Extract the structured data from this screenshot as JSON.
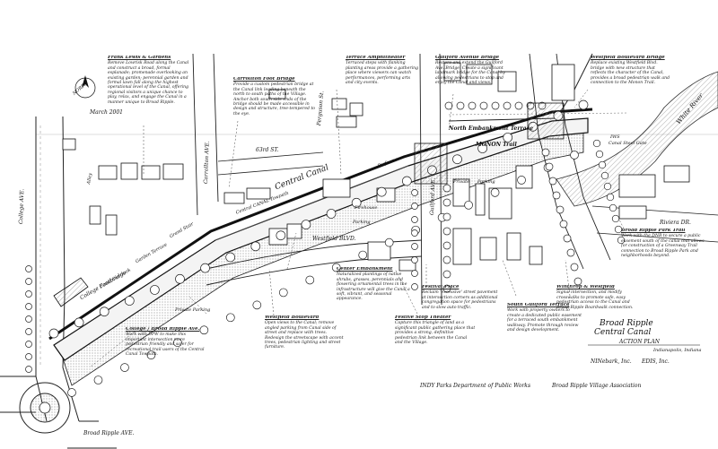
{
  "plan": {
    "title_line1": "Broad Ripple",
    "title_line2": "Central Canal",
    "title_line3": "ACTION PLAN",
    "location": "Indianapolis, Indiana",
    "firm1": "NINebark, Inc.",
    "firm2": "EDIS, Inc.",
    "sponsor1": "INDY Parks",
    "sponsor2": "Department of Public Works",
    "sponsor3": "Broad Ripple Village Association",
    "date": "March 2001",
    "north": "NORTH"
  },
  "streets": {
    "college_ave": "College AVE.",
    "carrollton_ave": "Carrollton AVE.",
    "st63": "63rd ST.",
    "westfield": "Westfield BLVD.",
    "guilford": "Guilford AVE.",
    "ferguson": "Ferguson St.",
    "broad_ripple_ave": "Broad Ripple AVE.",
    "riviera": "Riviera DR.",
    "white_river": "White River",
    "alley": "Alley"
  },
  "places": {
    "central_canal": "Central Canal",
    "central_canal_towpath": "Central CANAL Towpath",
    "north_terrace": "North Embankment Terrace",
    "monon": "MONON Trail",
    "college_footbridge": "College Footbridge",
    "canal_overlook": "Canal Overlook",
    "garden_terrace": "Garden Terrace",
    "grand_stair": "Grand Stair",
    "performance": "Performance",
    "parking1": "Parking",
    "parking2": "Parking",
    "parking3": "Parking",
    "private": "Private",
    "private_parking": "Private Parking",
    "firehouse": "Firehouse",
    "canal_gate": "Canal Steel Gate",
    "ips": "IWS",
    "broad_ripple_park_trail": "Broad Ripple Park Trail"
  },
  "notes": [
    {
      "title": "Frank Lewis & Gardens",
      "body": "Remove Lowrisk Road along the Canal and construct a broad, formal esplanade; promenade overlooking an existing garden; perennial garden and formal lawn fall along the highest operational level of the Canal, offering regional visitors a unique chance to play, relax, and engage the Canal in a manner unique to Broad Ripple."
    },
    {
      "title": "Carrollton Foot Bridge",
      "body": "Provide a custom pedestrian bridge at the Canal link leading beneath the north to south paths of the Village. Anchor both south side ends of the bridge should be made accessible in design and structure, tree-tempered to the eye."
    },
    {
      "title": "Terrace Amphitheater",
      "body": "Terraced steps with flanking planting areas provide a gathering place where viewers can watch performances, performing arts and city events."
    },
    {
      "title": "Guilford Avenue Bridge",
      "body": "Restore and extend the Guilford Ave. Bridge. Create a significant landmark bridge for the Canal by allowing pedestrians to stop and enjoy the Canal and views."
    },
    {
      "title": "Westfield Boulevard Bridge",
      "body": "Replace existing Westfield Blvd. bridge with new structure that reflects the character of the Canal, provides a broad pedestrian walk and connection to the Monon Trail."
    },
    {
      "title": "Center Embankment",
      "body": "Naturalized plantings of native shrubs, grasses, perennials and flowering ornamental trees in the infrastructure will give the Canal a soft, vibrant, and seasonal appearance."
    },
    {
      "title": "Festival Place",
      "body": "Reclaim 'excessive' street pavement at intersection corners as additional congregation space for pedestrians and to slow auto traffic."
    },
    {
      "title": "South Guilford Terrace",
      "body": "Work with property owners to create a dedicated public easement for a terraced south embankment walkway. Promote through review and design development."
    },
    {
      "title": "Westfield Boulevard",
      "body": "Open views to the Canal; remove angled parking from Canal side of street and replace with trees. Redesign the streetscape with accent trees, pedestrian lighting and street furniture."
    },
    {
      "title": "Festive Stop Theater",
      "body": "Capture this triangle of land as a significant public gathering place that provides a strong, definitive pedestrian link between the Canal and the Village."
    },
    {
      "title": "Winthrop & Westfield",
      "body": "Signal intersection, and modify crosswalks to promote safe, easy pedestrian access to the Canal and Broad Ripple Boardwalk connection."
    },
    {
      "title": "Broad Ripple Park Trail",
      "body": "Work with the DNR to secure a public easement south of the canal that allows for construction of a Greenway Trail connection to Broad Ripple Park and neighborhoods beyond."
    },
    {
      "title": "College / Broad Ripple Ave.",
      "body": "Work with DPW to make this important intersection more pedestrian friendly and safer for recreational trail users of the Central Canal Towpath."
    },
    {
      "title": "Private Parking",
      "body": ""
    }
  ]
}
